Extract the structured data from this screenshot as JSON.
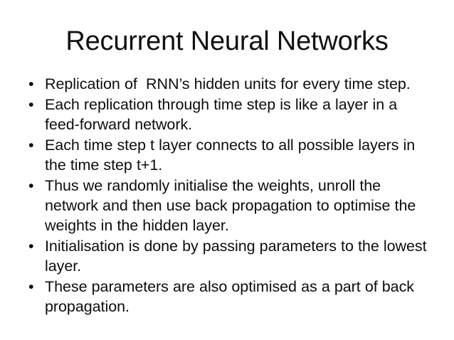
{
  "slide": {
    "title": "Recurrent Neural Networks",
    "bullet_marker": "•",
    "bullets": [
      {
        "text": "Replication of  RNN’s hidden units for every time step."
      },
      {
        "text": "Each replication through time step is like a layer in a feed-forward network."
      },
      {
        "text": "Each time step t layer connects to all possible layers in the time step t+1."
      },
      {
        "text": "Thus we randomly initialise the weights, unroll the network and then use back propagation to optimise the weights in the hidden layer."
      },
      {
        "text": "Initialisation is done by passing parameters to the lowest layer."
      },
      {
        "text": "These parameters are also optimised as a part of back propagation."
      }
    ]
  },
  "colors": {
    "background": "#ffffff",
    "title_text": "#111111",
    "body_text": "#0d0d0d"
  }
}
